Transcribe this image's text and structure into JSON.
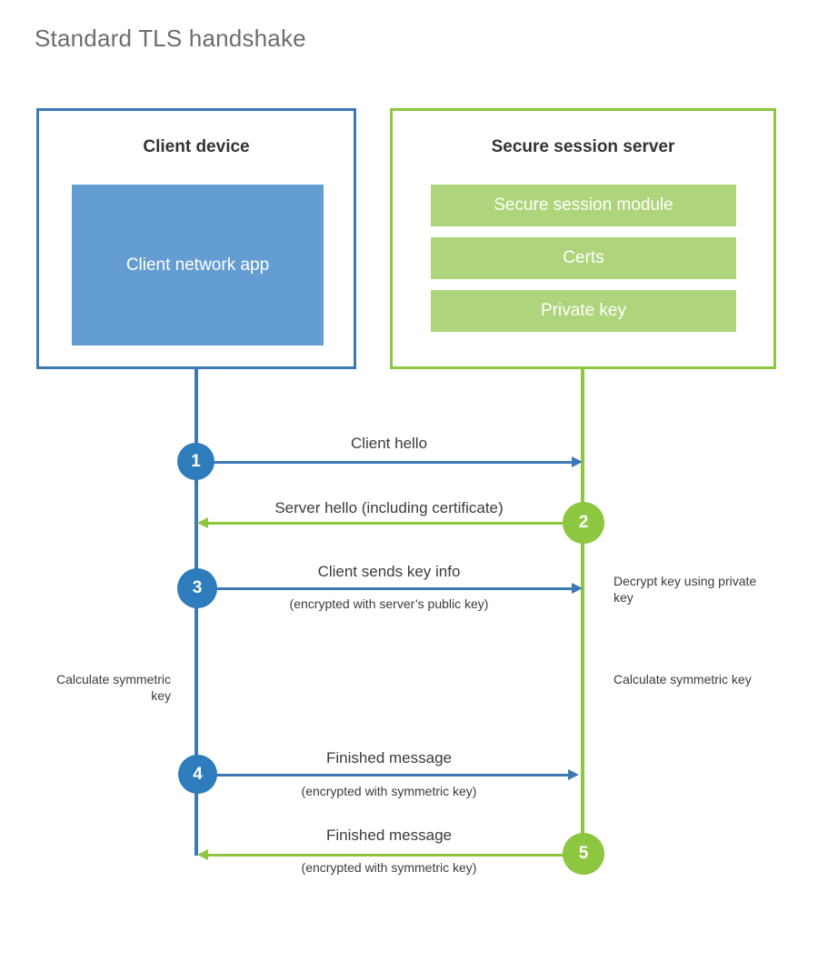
{
  "page_title": "Standard TLS handshake",
  "colors": {
    "client_border": "#3c78b4",
    "client_fill": "#649dd1",
    "client_accent": "#2e7cbc",
    "server_border": "#8dc63f",
    "server_fill": "#aed57c",
    "title_text": "#6d6d6d",
    "body_text": "#3b3b3b",
    "background": "#ffffff"
  },
  "client_panel": {
    "title": "Client device",
    "app_box_label": "Client network app"
  },
  "server_panel": {
    "title": "Secure session server",
    "bars": [
      {
        "label": "Secure session module"
      },
      {
        "label": "Certs"
      },
      {
        "label": "Private key"
      }
    ]
  },
  "steps": [
    {
      "number": "1",
      "label": "Client hello",
      "sublabel": "",
      "direction": "client-to-server",
      "color": "#2e7cbc"
    },
    {
      "number": "2",
      "label": "Server hello (including certificate)",
      "sublabel": "",
      "direction": "server-to-client",
      "color": "#8dc63f"
    },
    {
      "number": "3",
      "label": "Client sends key info",
      "sublabel": "(encrypted with server’s public key)",
      "direction": "client-to-server",
      "color": "#2e7cbc"
    },
    {
      "number": "4",
      "label": "Finished message",
      "sublabel": "(encrypted with symmetric key)",
      "direction": "client-to-server",
      "color": "#2e7cbc"
    },
    {
      "number": "5",
      "label": "Finished message",
      "sublabel": "(encrypted with symmetric key)",
      "direction": "server-to-client",
      "color": "#8dc63f"
    }
  ],
  "notes": {
    "decrypt_key": "Decrypt key using private key",
    "calculate_symmetric_key_client": "Calculate symmetric key",
    "calculate_symmetric_key_server": "Calculate symmetric key"
  }
}
